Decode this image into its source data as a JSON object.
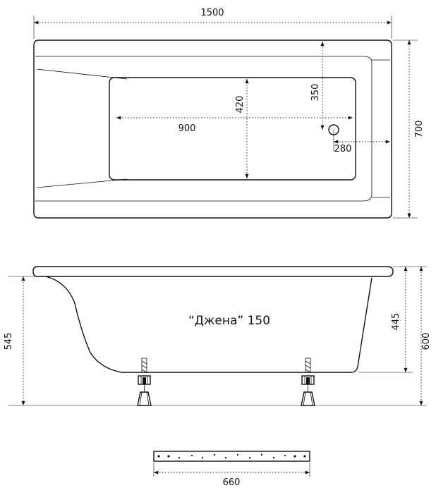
{
  "top_view": {
    "length": "1500",
    "width": "700",
    "inner_length": "900",
    "inner_width": "420",
    "drain_offset_y": "350",
    "drain_offset_x": "280"
  },
  "side_view": {
    "model_name": "“Джена” 150",
    "height_to_floor": "545",
    "tub_depth": "445",
    "total_height": "600"
  },
  "bracket": {
    "length": "660"
  }
}
